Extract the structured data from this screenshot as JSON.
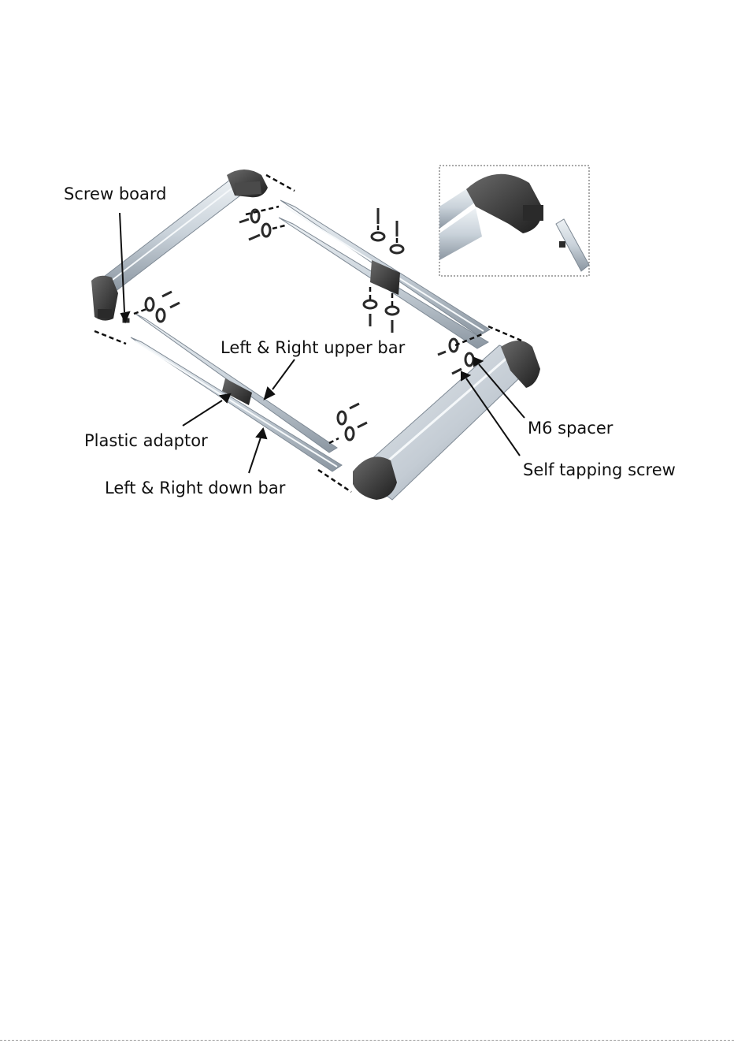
{
  "labels": {
    "screw_board": "Screw board",
    "upper_bar": "Left & Right upper bar",
    "plastic_adaptor": "Plastic adaptor",
    "down_bar": "Left & Right down bar",
    "m6_spacer": "M6 spacer",
    "self_tapping_screw": "Self tapping screw"
  },
  "colors": {
    "aluminium": "#c9d2da",
    "aluminium_dark": "#8b96a1",
    "plastic": "#3a3a3a",
    "leader": "#111111"
  }
}
